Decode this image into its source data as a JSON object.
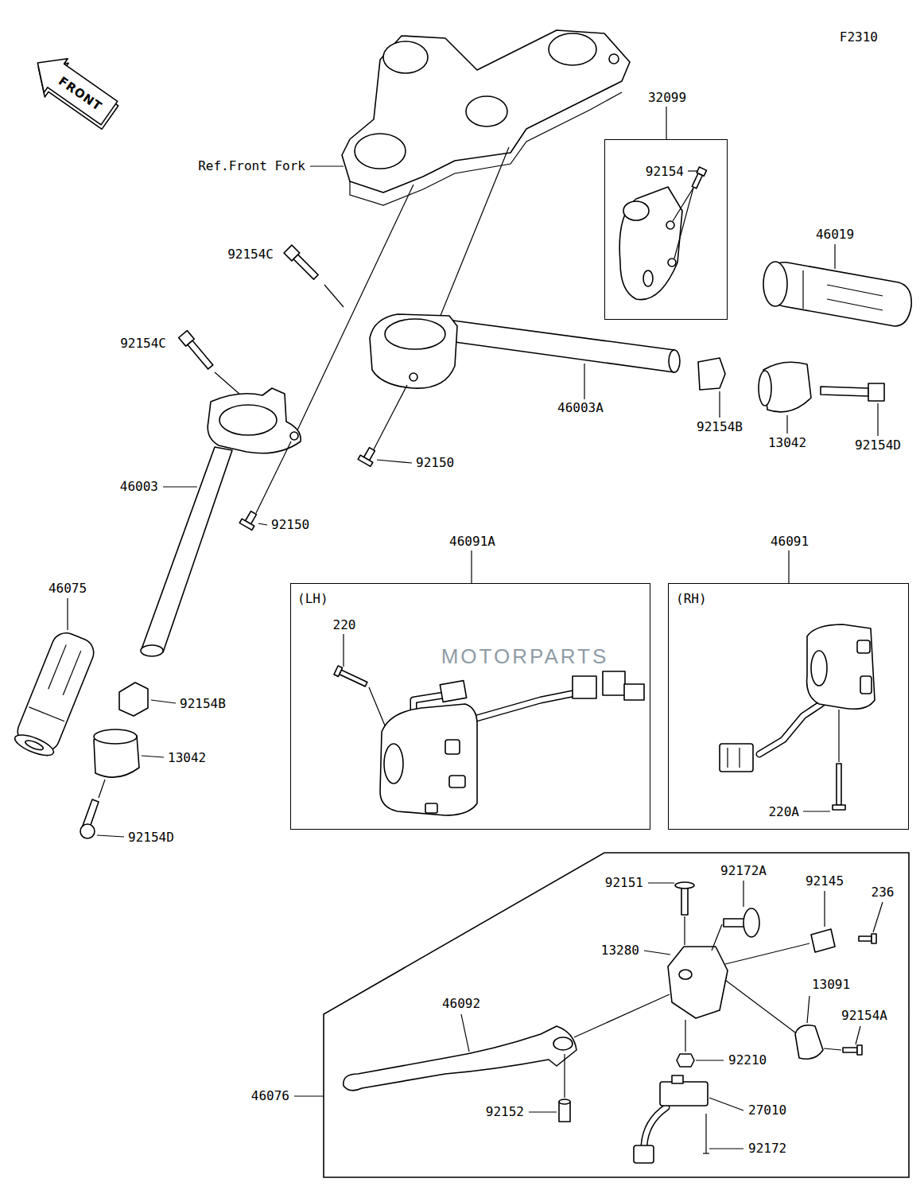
{
  "diagram": {
    "nodes": [
      {
        "text": [
          "32099",
          "92154"
        ]
      },
      {
        "text": [
          "46091A",
          "(LH)",
          "220"
        ]
      },
      {
        "text": [
          "46091",
          "(RH)",
          "220A"
        ]
      },
      {
        "text": [
          "46076",
          "92151",
          "92172A",
          "92145",
          "236",
          "13280",
          "13091",
          "92154A",
          "46092",
          "92210",
          "92152",
          "27010",
          "92172"
        ]
      }
    ],
    "edges": [],
    "labels": [
      "F2310",
      "FRONT",
      "Ref.Front Fork",
      "92154C",
      "92154C",
      "46003",
      "92150",
      "92150",
      "46003A",
      "92154B",
      "13042",
      "92154D",
      "46019",
      "46075",
      "92154B",
      "13042",
      "92154D",
      "MOTORPARTS"
    ]
  }
}
